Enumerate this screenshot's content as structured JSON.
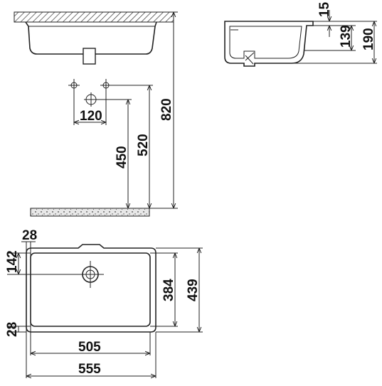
{
  "dimensions": {
    "total_height": "820",
    "outlet_height": "520",
    "trap_height": "450",
    "tap_spacing": "120",
    "wall_thickness_top": "15",
    "basin_depth": "139",
    "basin_height": "190",
    "back_offset": "28",
    "drain_offset": "142",
    "front_offset": "28",
    "inner_depth": "384",
    "outer_depth": "439",
    "inner_width": "505",
    "outer_width": "555"
  }
}
